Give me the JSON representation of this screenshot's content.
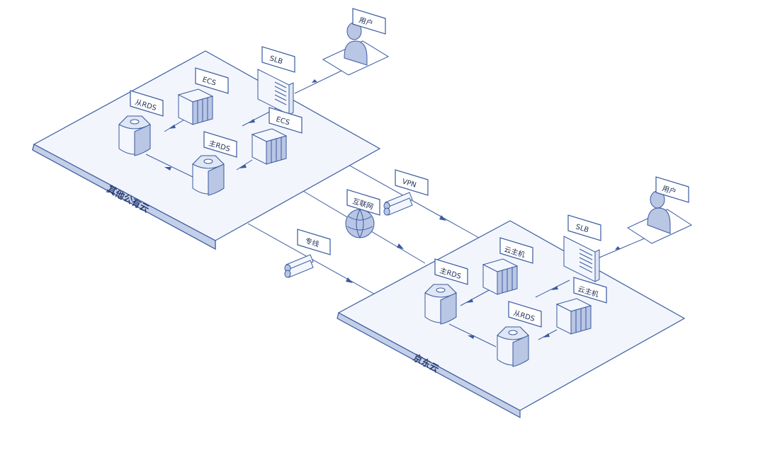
{
  "platforms": {
    "left": {
      "label": "其他公有云"
    },
    "right": {
      "label": "京东云"
    }
  },
  "left_cloud": {
    "user": "用户",
    "slb": "SLB",
    "ecs_1": "ECS",
    "ecs_2": "ECS",
    "rds_slave": "从RDS",
    "rds_master": "主RDS"
  },
  "right_cloud": {
    "user": "用户",
    "slb": "SLB",
    "vm_1": "云主机",
    "vm_2": "云主机",
    "rds_master": "主RDS",
    "rds_slave": "从RDS"
  },
  "connections": {
    "vpn": "VPN",
    "internet": "互联网",
    "dedicated_line": "专线"
  },
  "colors": {
    "stroke": "#3a5ba0",
    "platform_top": "#f2f5fb",
    "platform_edge": "#c4cfe8",
    "icon_shade": "#b9c6e4"
  }
}
